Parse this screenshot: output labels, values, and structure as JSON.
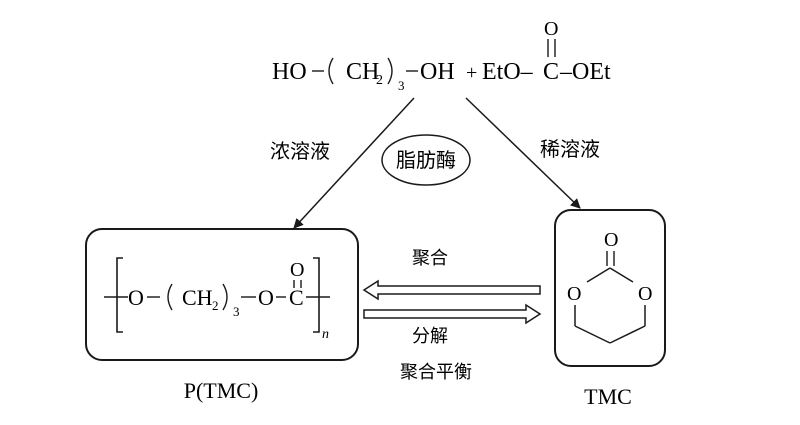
{
  "reaction": {
    "diol": {
      "left": "HO",
      "group": "CH",
      "sub": "2",
      "repeat": "3",
      "right": "OH"
    },
    "plus": "+",
    "carbonate": {
      "left": "EtO–",
      "center": "C",
      "right": "–OEt",
      "oxygen": "O"
    }
  },
  "labels": {
    "concentrated": "浓溶液",
    "dilute": "稀溶液",
    "enzyme": "脂肪酶",
    "polymerize": "聚合",
    "decompose": "分解",
    "equilibrium": "聚合平衡"
  },
  "polymer": {
    "o1": "O",
    "group": "CH",
    "sub": "2",
    "repeat": "3",
    "o2": "O",
    "carbon": "C",
    "carbonyl_o": "O",
    "n": "n",
    "caption": "P(TMC)"
  },
  "monomer": {
    "carbonyl_o": "O",
    "ring_o_left": "O",
    "ring_o_right": "O",
    "caption": "TMC"
  },
  "colors": {
    "ink": "#1a1a1a",
    "background": "#ffffff"
  }
}
